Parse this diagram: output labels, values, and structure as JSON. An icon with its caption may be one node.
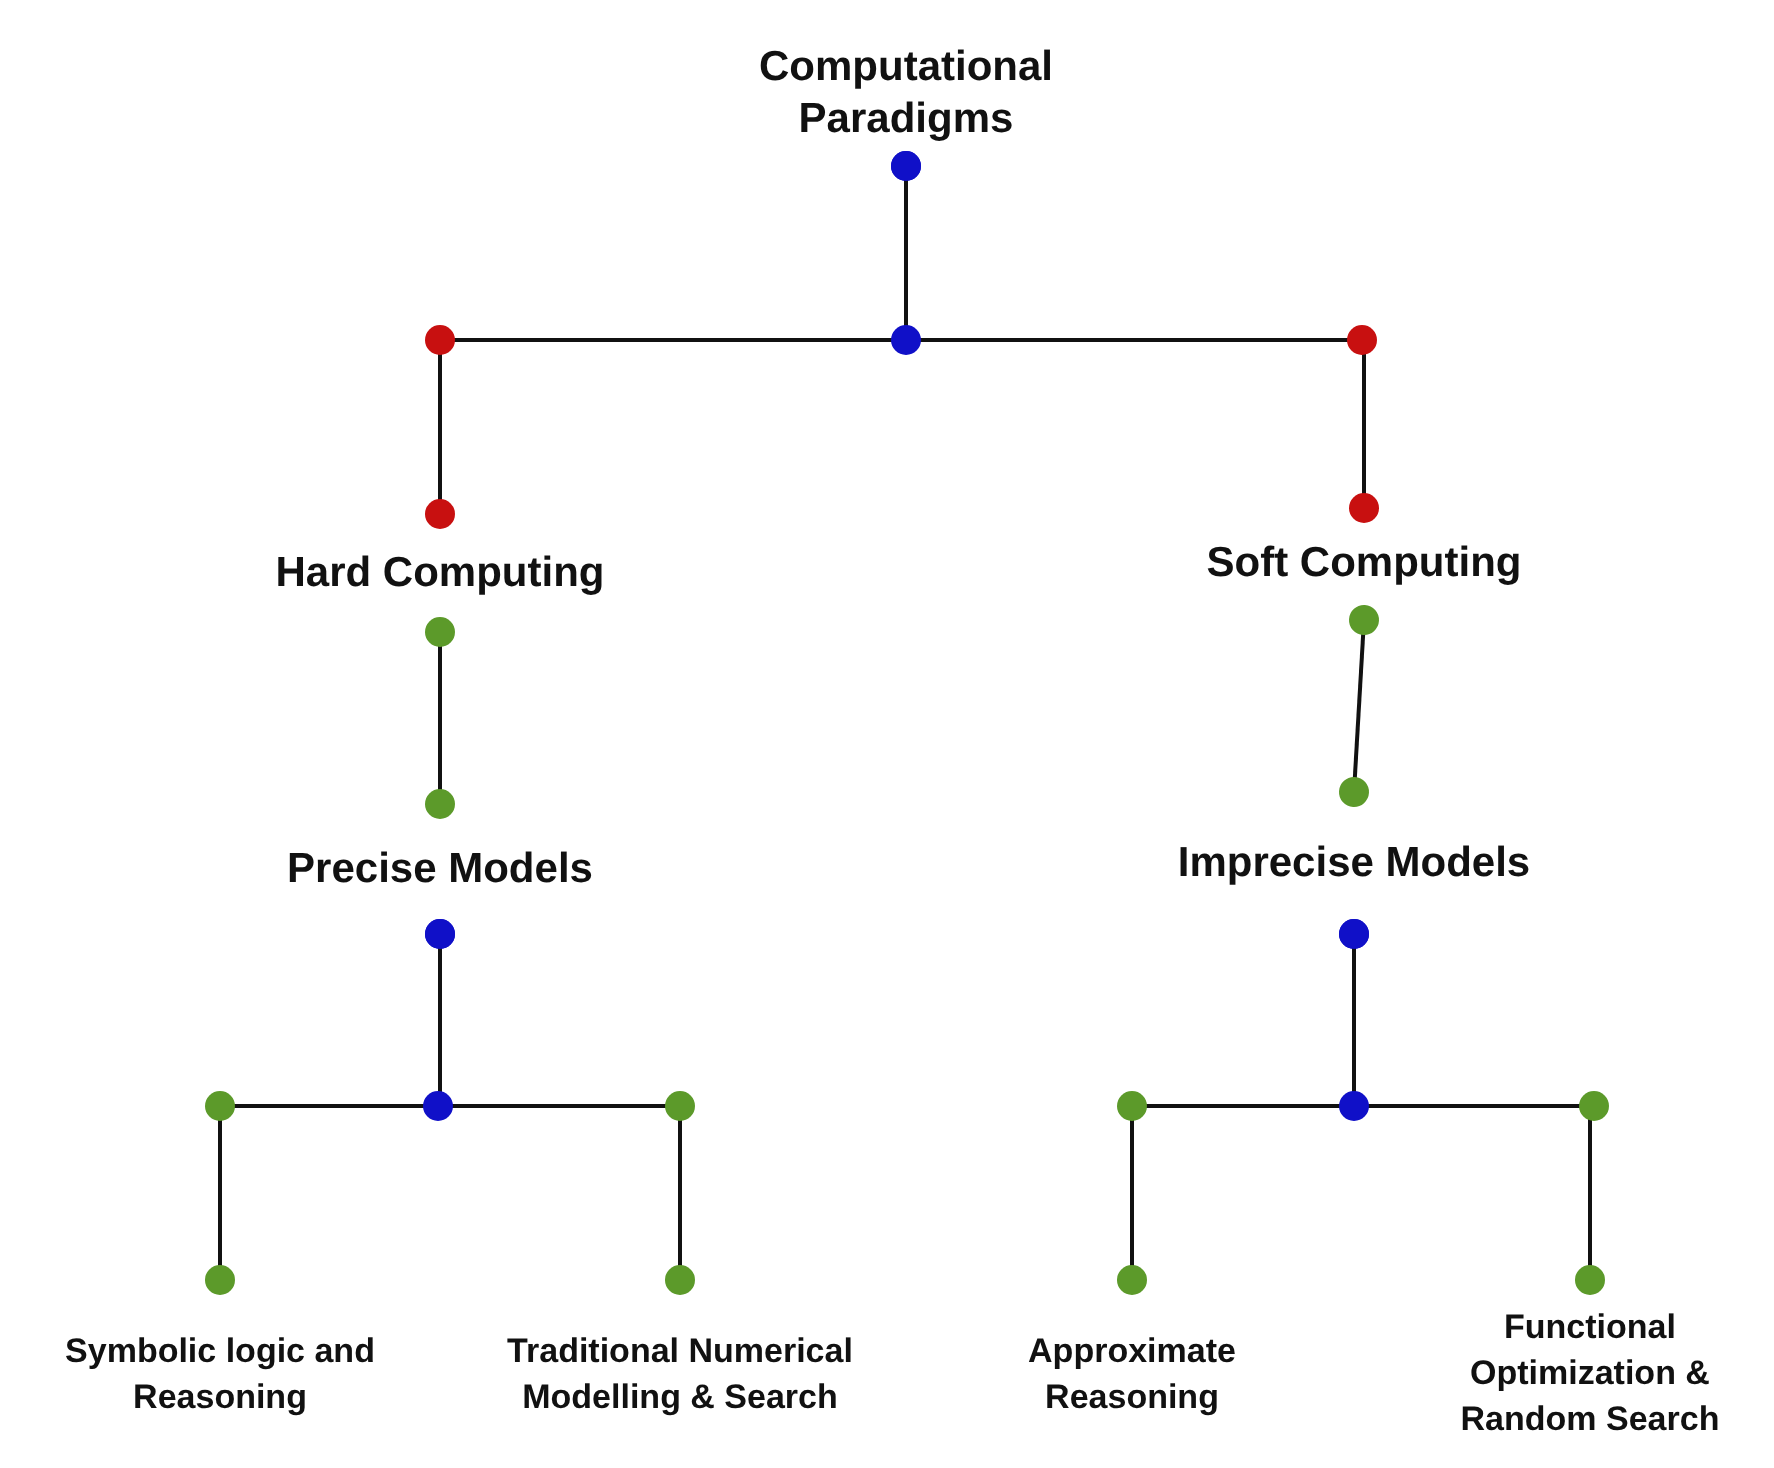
{
  "diagram": {
    "nodes": [
      {
        "text": [
          "Computational Paradigms"
        ]
      },
      {
        "text": [
          "Hard Computing"
        ]
      },
      {
        "text": [
          "Soft Computing"
        ]
      },
      {
        "text": [
          "Precise Models"
        ]
      },
      {
        "text": [
          "Imprecise Models"
        ]
      },
      {
        "text": [
          "Symbolic logic and Reasoning"
        ]
      },
      {
        "text": [
          "Traditional Numerical Modelling & Search"
        ]
      },
      {
        "text": [
          "Approximate Reasoning"
        ]
      },
      {
        "text": [
          "Functional Optimization & Random Search"
        ]
      }
    ],
    "edges": [
      {
        "from": 0,
        "to": 1,
        "arrow": "other"
      },
      {
        "from": 0,
        "to": 2,
        "arrow": "other"
      },
      {
        "from": 1,
        "to": 3,
        "arrow": "other"
      },
      {
        "from": 2,
        "to": 4,
        "arrow": "other"
      },
      {
        "from": 3,
        "to": 5,
        "arrow": "other"
      },
      {
        "from": 3,
        "to": 6,
        "arrow": "other"
      },
      {
        "from": 4,
        "to": 7,
        "arrow": "other"
      },
      {
        "from": 4,
        "to": 8,
        "arrow": "other"
      }
    ]
  }
}
